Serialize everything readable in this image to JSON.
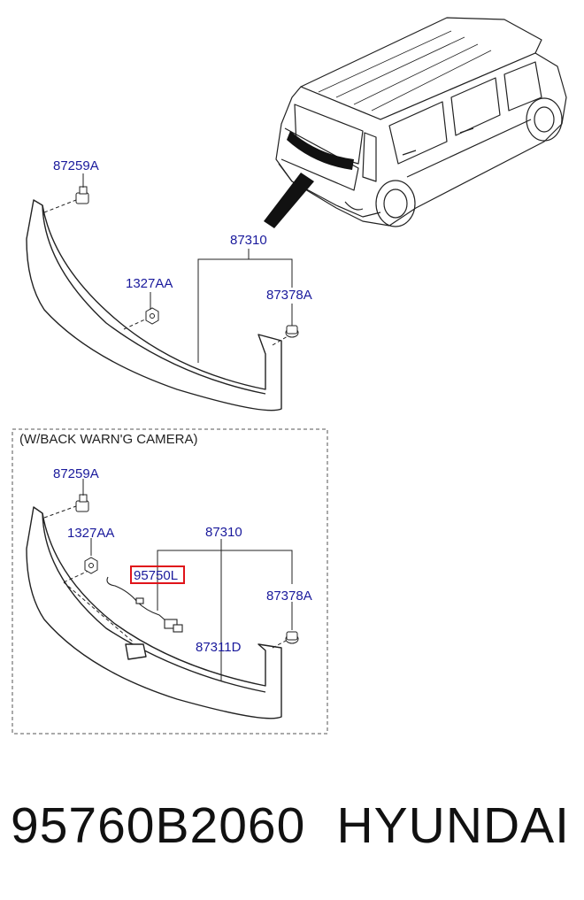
{
  "top_labels": {
    "clip_top": "87259A",
    "assembly": "87310",
    "nut": "1327AA",
    "grommet": "87378A"
  },
  "section": {
    "title": "(W/BACK WARN'G CAMERA)",
    "clip_top": "87259A",
    "nut": "1327AA",
    "assembly": "87310",
    "camera": "95750L",
    "grommet": "87378A",
    "wiring": "87311D"
  },
  "caption": {
    "part_number": "95760B2060",
    "brand": "HYUNDAI"
  },
  "colors": {
    "label": "#1a1a9c",
    "highlight_box": "#e0141a",
    "line": "#222222"
  }
}
